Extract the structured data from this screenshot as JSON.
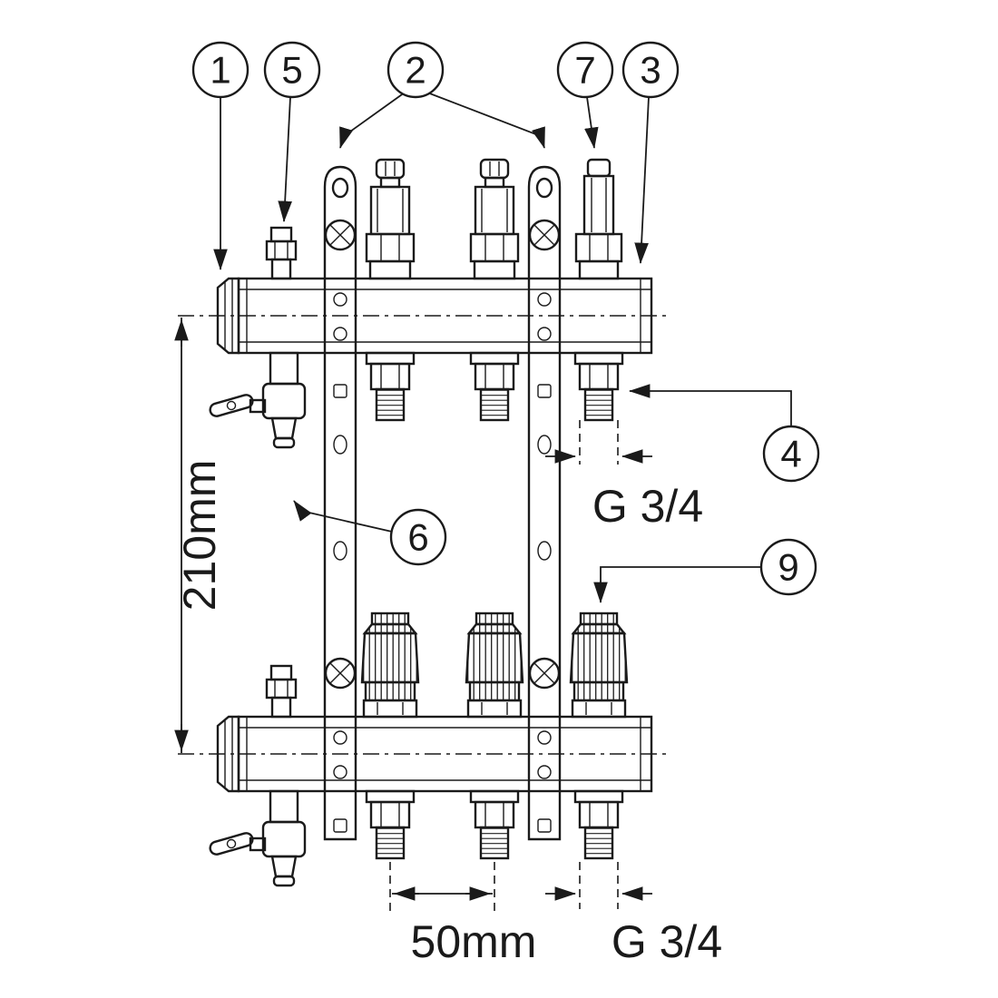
{
  "callouts": [
    {
      "id": "1"
    },
    {
      "id": "5"
    },
    {
      "id": "2"
    },
    {
      "id": "7"
    },
    {
      "id": "3"
    },
    {
      "id": "4"
    },
    {
      "id": "6"
    },
    {
      "id": "9"
    }
  ],
  "dimensions": {
    "height_label": "210mm",
    "spacing_label": "50mm",
    "thread_label_mid": "G 3/4",
    "thread_label_bottom": "G 3/4"
  },
  "colors": {
    "line": "#1a1a1a",
    "background": "#ffffff"
  }
}
